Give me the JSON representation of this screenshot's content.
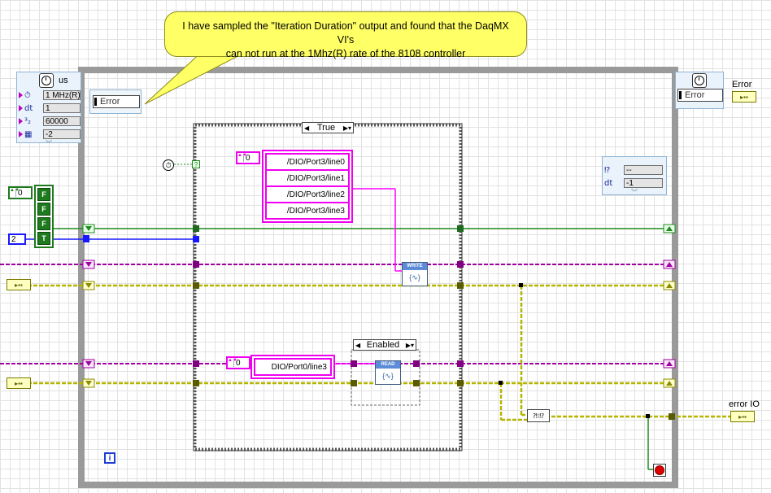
{
  "callout": {
    "text_line1": "I have sampled the \"Iteration Duration\" output and found that the DaqMX VI's",
    "text_line2": "can not run at the 1Mhz(R) rate of the 8108 controller"
  },
  "timed_loop_left": {
    "unit_label": "us",
    "rows": [
      {
        "label": "⏱",
        "value": "1 MHz(R)"
      },
      {
        "label": "dt",
        "value": "1"
      },
      {
        "label": "³₂",
        "value": "60000"
      },
      {
        "label": "▦",
        "value": "-2"
      }
    ]
  },
  "error_cluster_left": {
    "label": "Error"
  },
  "error_cluster_right": {
    "label": "Error"
  },
  "error_indicator": {
    "label": "Error"
  },
  "error_io_indicator": {
    "label": "error IO"
  },
  "right_output_node": {
    "rows": [
      {
        "label": "⁉",
        "value": "--"
      },
      {
        "label": "dt",
        "value": "-1"
      }
    ]
  },
  "bool_array": {
    "index": "0",
    "values": [
      "F",
      "F",
      "F",
      "T"
    ]
  },
  "numeric_constant": {
    "value": "2"
  },
  "case_structure_outer": {
    "selector": "True"
  },
  "case_structure_inner": {
    "selector": "Enabled"
  },
  "write_channels": {
    "index": "0",
    "lines": [
      "/DIO/Port3/line0",
      "/DIO/Port3/line1",
      "/DIO/Port3/line2",
      "/DIO/Port3/line3"
    ]
  },
  "read_channel": {
    "index": "0",
    "line": "DIO/Port0/line3"
  },
  "write_vi": {
    "header": "WRITE"
  },
  "read_vi": {
    "header": "READ"
  },
  "info_icon": {
    "glyph": "i"
  },
  "colors": {
    "boolean_wire": "#1f8a1f",
    "numeric_wire": "#1818ff",
    "string_wire": "#ff00ff",
    "task_wire": "#a000a0",
    "error_wire": "#b5b500",
    "loop_border": "#9a9a9a"
  }
}
